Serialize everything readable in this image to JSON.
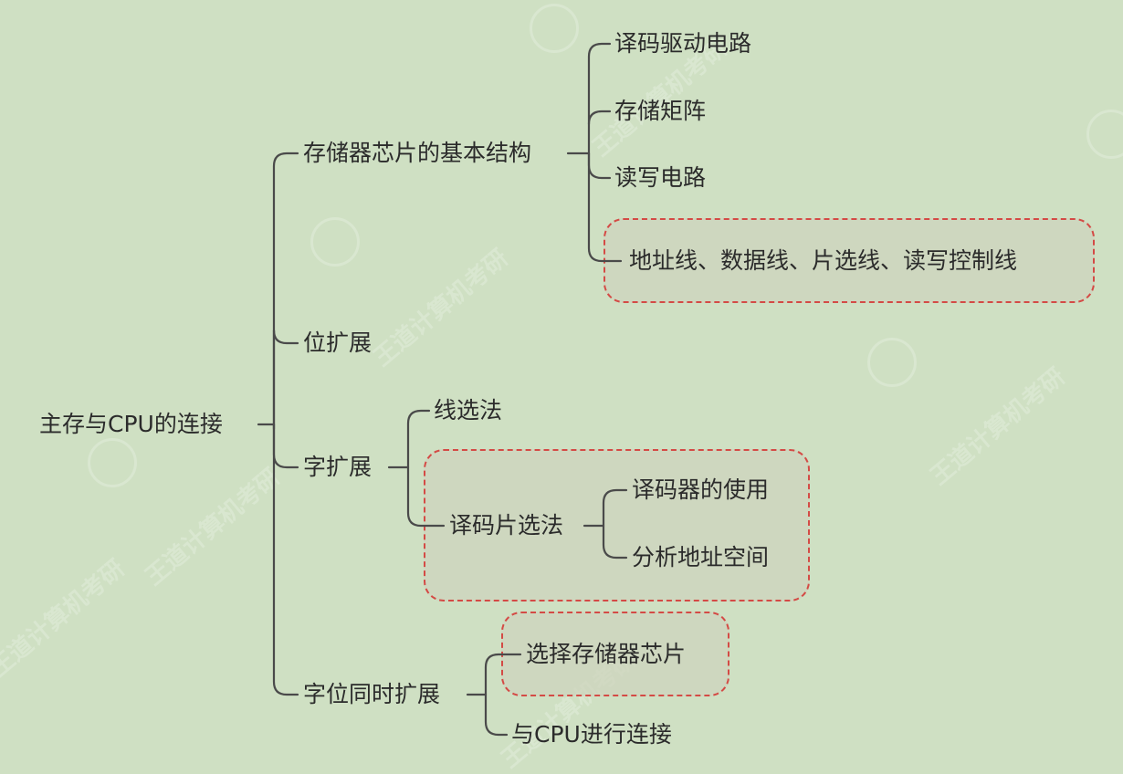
{
  "root": "主存与CPU的连接",
  "branches": [
    {
      "label": "存储器芯片的基本结构",
      "children": [
        "译码驱动电路",
        "存储矩阵",
        "读写电路",
        "地址线、数据线、片选线、读写控制线"
      ]
    },
    {
      "label": "位扩展"
    },
    {
      "label": "字扩展",
      "children": [
        "线选法",
        "译码片选法"
      ],
      "grandchildren": [
        "译码器的使用",
        "分析地址空间"
      ]
    },
    {
      "label": "字位同时扩展",
      "children": [
        "选择存储器芯片",
        "与CPU进行连接"
      ]
    }
  ],
  "watermark": "王道计算机考研",
  "colors": {
    "background": "#cfe0c3",
    "line": "#4a4a4a",
    "highlight_border": "#d44a45"
  }
}
